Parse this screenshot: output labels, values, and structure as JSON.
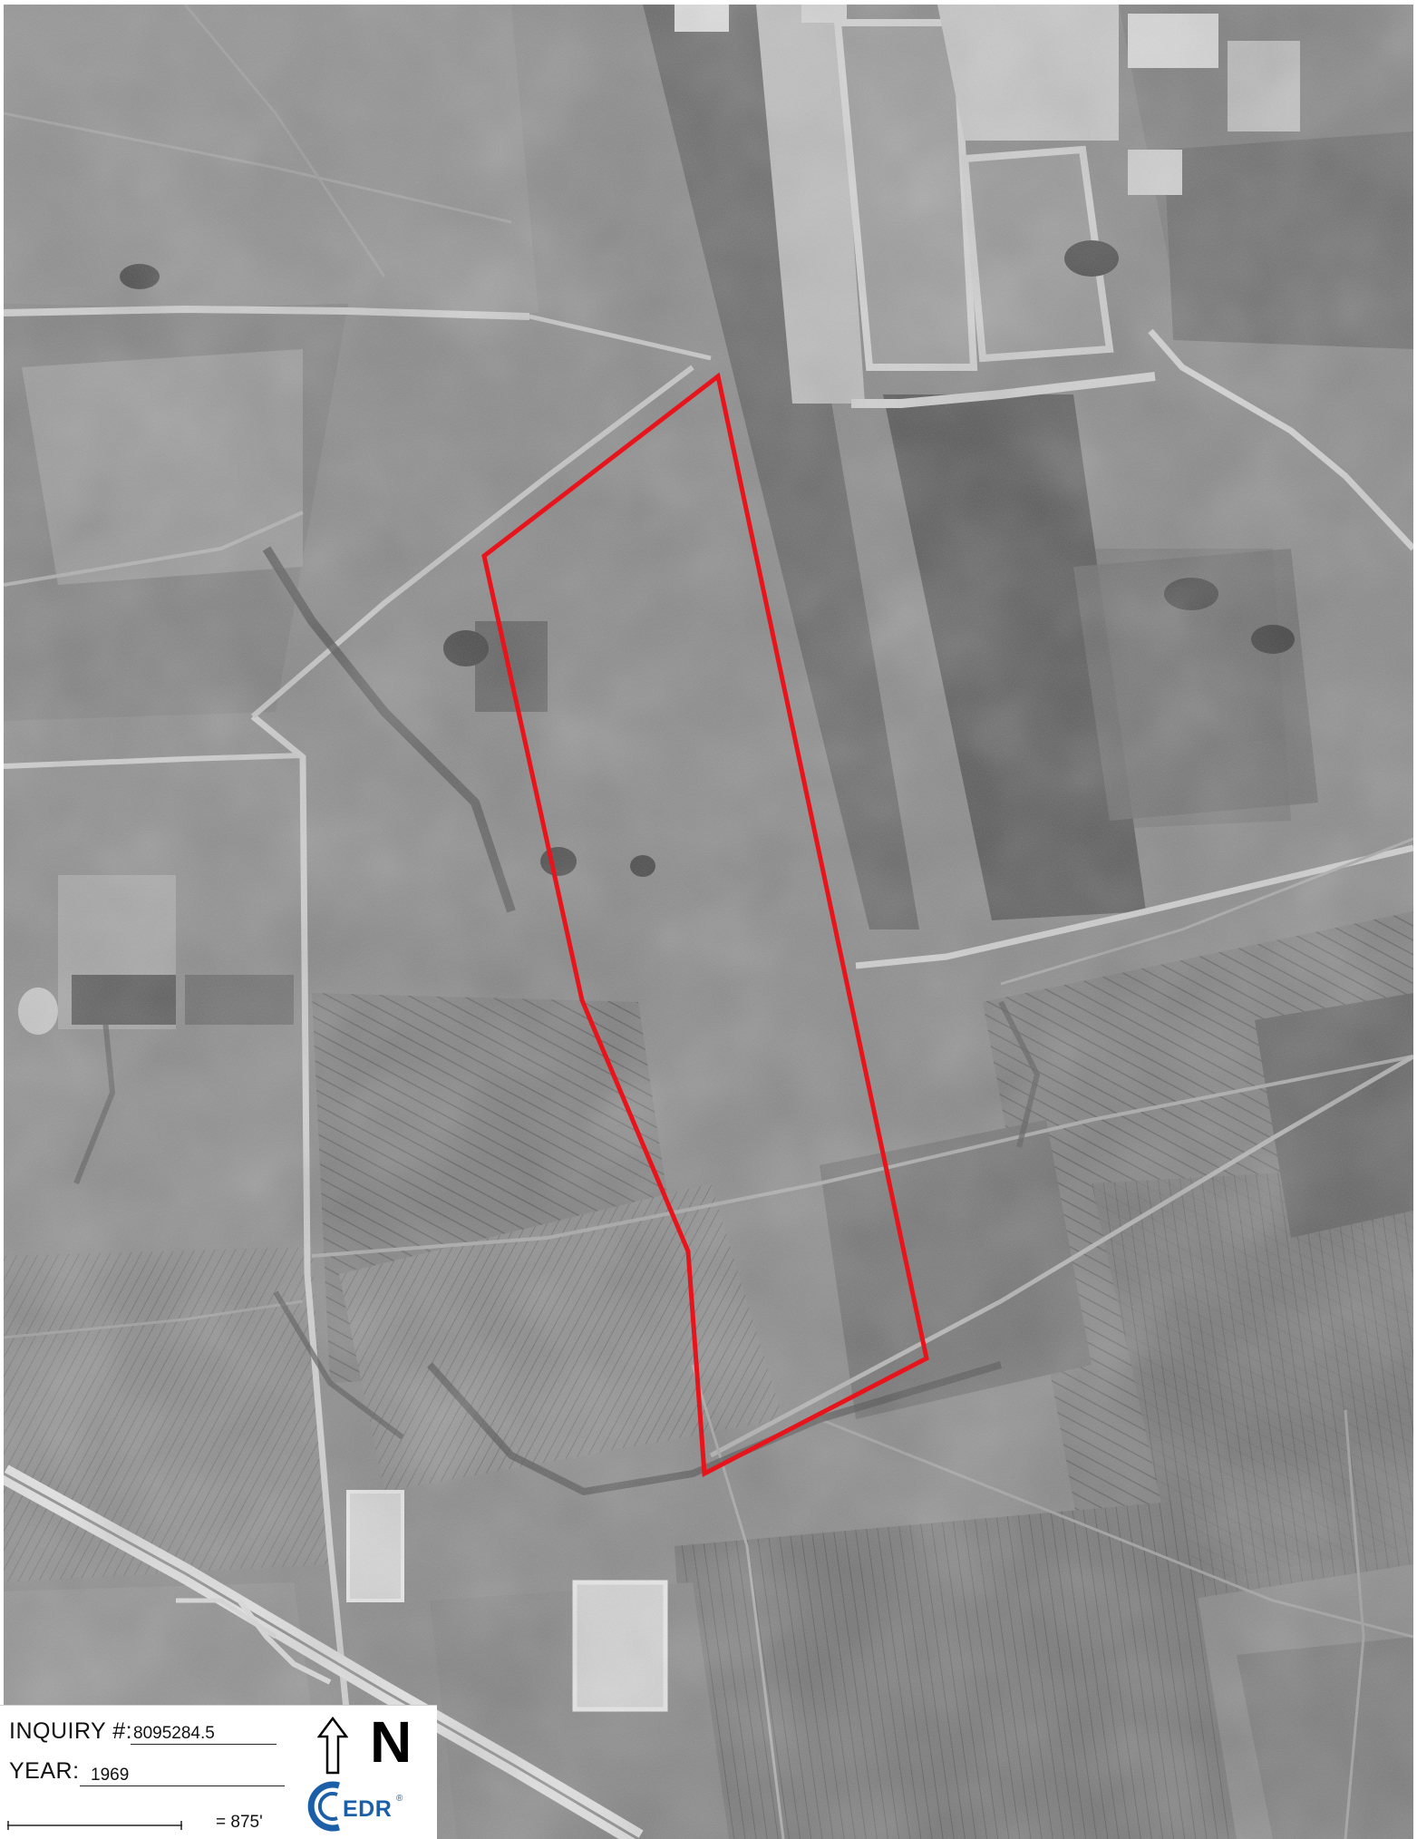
{
  "legend": {
    "inquiry_label": "INQUIRY #:",
    "inquiry_value": "8095284.5",
    "year_label": "YEAR:",
    "year_value": "1969",
    "scale_text": "= 875'",
    "north_label": "N",
    "logo_text": "EDR",
    "logo_mark": "®"
  },
  "colors": {
    "site_boundary": "#e8141c",
    "logo_blue": "#1b5fa8"
  },
  "icons": {
    "north_arrow": "north-arrow-icon",
    "logo": "edr-logo-icon"
  }
}
